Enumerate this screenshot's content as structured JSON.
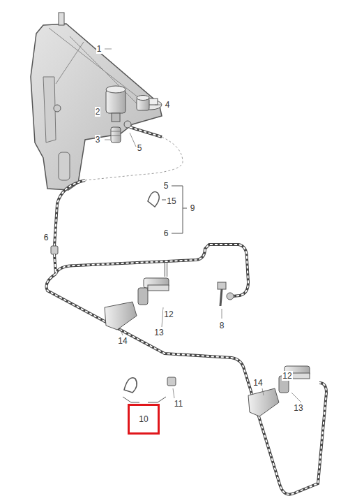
{
  "diagram": {
    "nodes": [
      {
        "text": [
          "10"
        ]
      }
    ],
    "labels": [
      "1",
      "2",
      "4",
      "3",
      "5",
      "5",
      "15",
      "9",
      "6",
      "6",
      "12",
      "13",
      "8",
      "14",
      "11",
      "12",
      "14",
      "13"
    ]
  }
}
